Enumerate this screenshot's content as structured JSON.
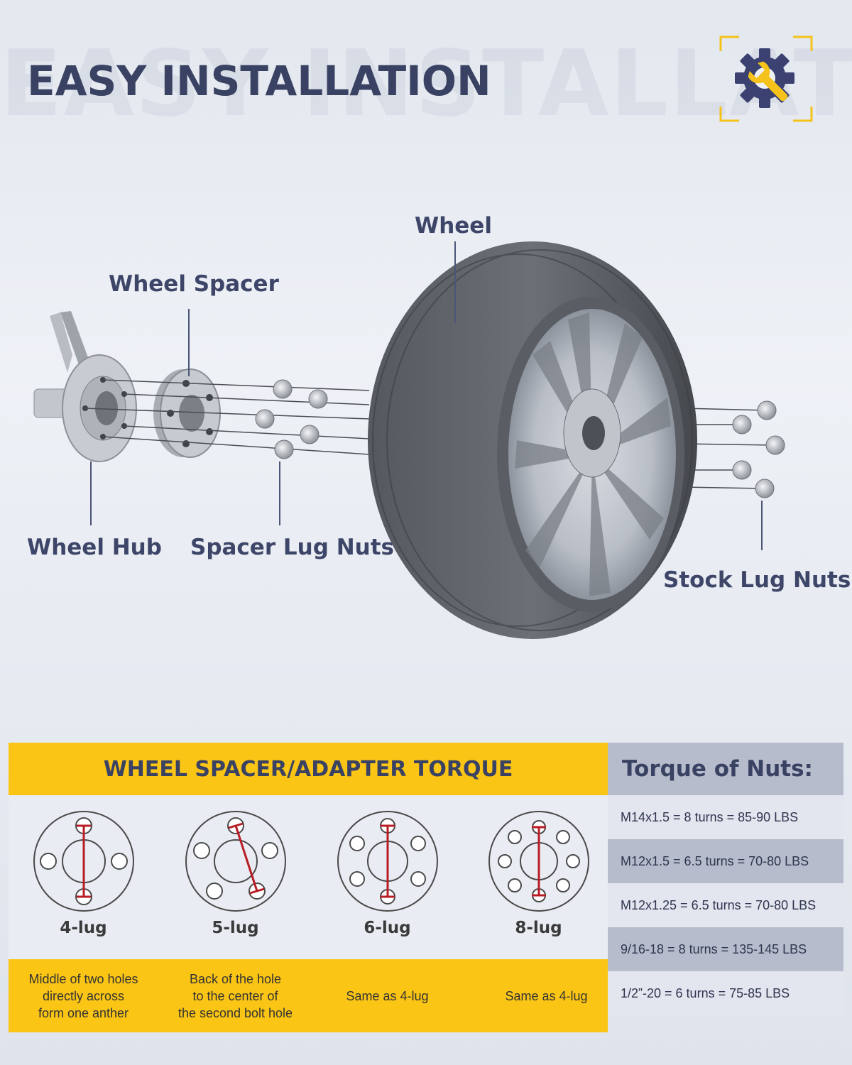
{
  "header": {
    "title": "EASY INSTALLATION",
    "watermark": "EASY INSTALLATION",
    "icon": "gear-wrench-icon"
  },
  "diagram": {
    "wheel_label": "Wheel",
    "wheel_spacer_label": "Wheel Spacer",
    "wheel_hub_label": "Wheel Hub",
    "spacer_lug_nuts_label": "Spacer Lug Nuts",
    "stock_lug_nuts_label": "Stock Lug Nuts"
  },
  "torque_table": {
    "heading": "WHEEL SPACER/ADAPTER TORQUE",
    "lugs": [
      {
        "name": "4-lug",
        "desc_lines": [
          "Middle of two holes",
          "directly across",
          "form one anther"
        ]
      },
      {
        "name": "5-lug",
        "desc_lines": [
          "Back of the hole",
          "to the center of",
          "the second bolt hole"
        ]
      },
      {
        "name": "6-lug",
        "desc_lines": [
          "Same as 4-lug"
        ]
      },
      {
        "name": "8-lug",
        "desc_lines": [
          "Same as 4-lug"
        ]
      }
    ]
  },
  "nut_torque": {
    "heading": "Torque of Nuts:",
    "rows": [
      "M14x1.5 = 8 turns = 85-90 LBS",
      "M12x1.5 = 6.5 turns = 70-80 LBS",
      "M12x1.25 = 6.5 turns = 70-80 LBS",
      "9/16-18 = 8 turns = 135-145 LBS",
      "1/2”-20 = 6 turns = 75-85 LBS"
    ]
  },
  "colors": {
    "accent_yellow": "#fbc515",
    "navy_text": "#3a4263",
    "lug_line_red": "#b81c24",
    "gray_band": "#b6bccb"
  }
}
